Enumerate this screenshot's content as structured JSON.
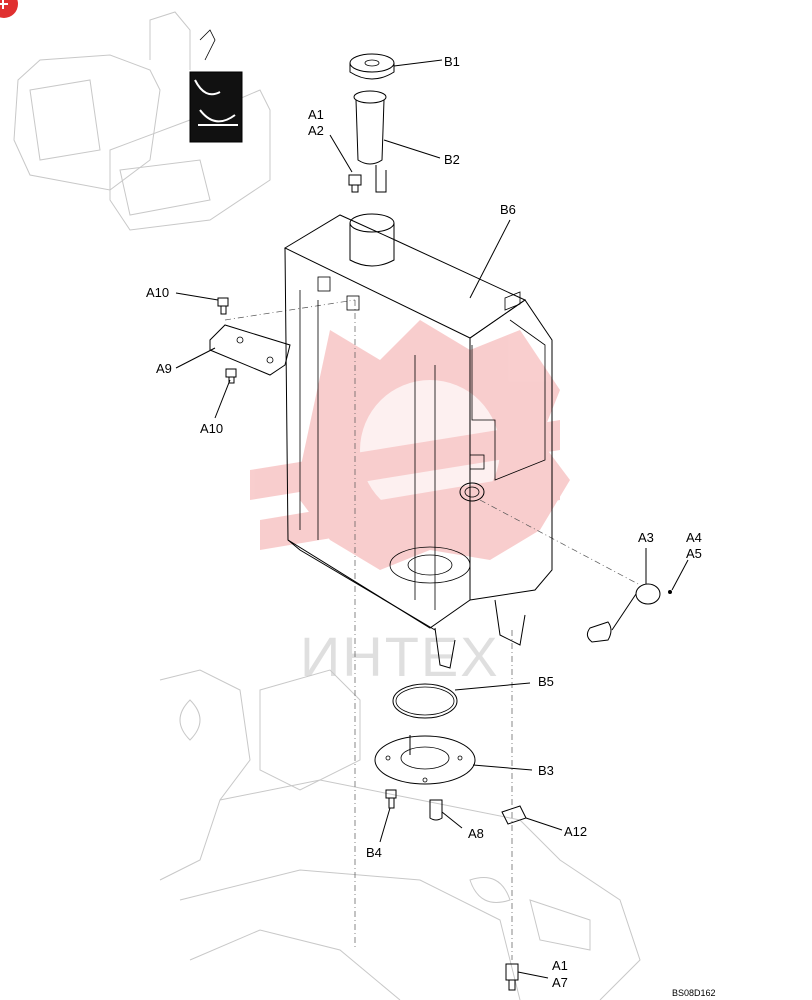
{
  "labels": {
    "b1": "B1",
    "a1_top": "A1",
    "a2": "A2",
    "b2": "B2",
    "b6": "B6",
    "a10_top": "A10",
    "a9": "A9",
    "a10_bottom": "A10",
    "a3": "A3",
    "a4": "A4",
    "a5": "A5",
    "b5": "B5",
    "b3": "B3",
    "b4": "B4",
    "a8": "A8",
    "a12": "A12",
    "a1_bottom": "A1",
    "a7": "A7"
  },
  "drawing_code": "BS08D162",
  "watermark_text": "ИНТЕХ",
  "colors": {
    "line": "#000000",
    "ghost": "#c8c8c8",
    "watermark_red": "#f4a6a6",
    "corner_badge": "#e03030"
  },
  "icons": {
    "corner_badge": "red-circle-badge-icon",
    "watermark_logo": "gear-logo-watermark-icon"
  }
}
